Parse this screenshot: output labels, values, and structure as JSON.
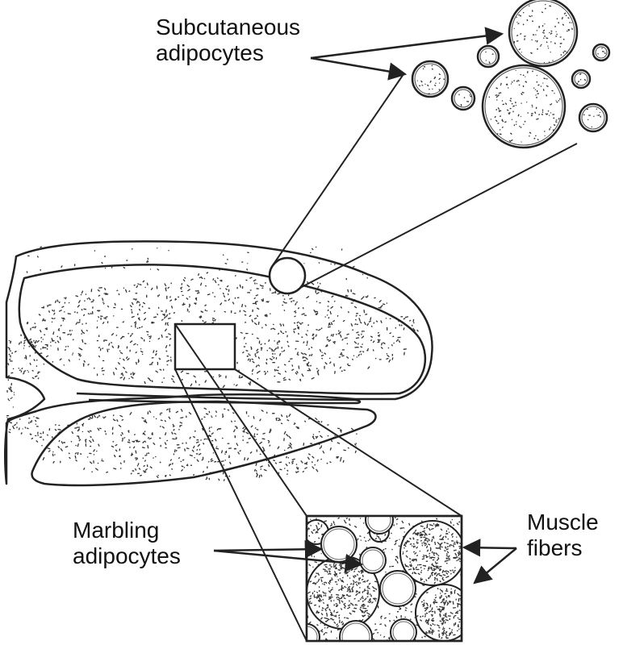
{
  "labels": {
    "subcutaneous": [
      "Subcutaneous",
      "adipocytes"
    ],
    "marbling": [
      "Marbling",
      "adipocytes"
    ],
    "muscle": [
      "Muscle",
      "fibers"
    ]
  },
  "colors": {
    "ink": "#222222",
    "paper": "#ffffff"
  }
}
